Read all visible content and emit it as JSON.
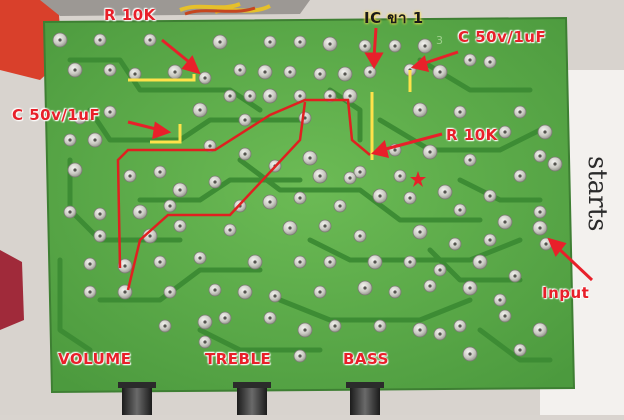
{
  "photo": {
    "annotations": {
      "r_top_left": "R 10K",
      "ic_pin": "IC ขา 1",
      "c_top_right": "C 50v/1uF",
      "c_left": "C 50v/1uF",
      "r_right": "R 10K",
      "input": "Input"
    },
    "knobs": {
      "volume": "VOLUME",
      "treble": "TREBLE",
      "bass": "BASS"
    },
    "silkscreen": "3",
    "paper_text": "starts",
    "colors": {
      "pcb_green": "#5fb04a",
      "trace_green": "#3d8c34",
      "annotation_red": "#e8202a",
      "jumper_yellow": "#ffe24a"
    }
  }
}
